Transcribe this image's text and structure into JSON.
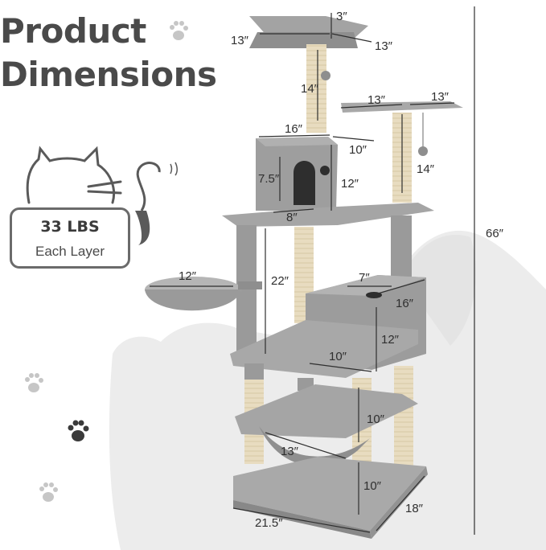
{
  "title": {
    "line1": "Product",
    "line2": "Dimensions"
  },
  "badge": {
    "weight": "33 LBS",
    "subtitle": "Each Layer"
  },
  "dimensions": {
    "top_perch_height": "3″",
    "top_perch_width_left": "13″",
    "top_perch_width_right": "13″",
    "top_post_height": "14″",
    "right_perch_left": "13″",
    "right_perch_right": "13″",
    "right_post_height": "14″",
    "condo_width": "16″",
    "condo_depth": "10″",
    "condo_door_height": "7.5″",
    "condo_height": "12″",
    "condo_base": "8″",
    "basket_diameter": "12″",
    "mid_post_height": "22″",
    "box_opening": "7″",
    "box_width": "16″",
    "box_height": "12″",
    "box_depth": "10″",
    "lower_gap": "10″",
    "hammock_width": "13″",
    "bottom_gap": "10″",
    "base_width": "21.5″",
    "base_depth": "18″",
    "total_height": "66″"
  },
  "icons": [
    "paw-icon",
    "cat-outline-icon",
    "cat-tail-icon"
  ],
  "colors": {
    "plush_gray": "#9c9c9c",
    "sisal": "#e8dcc0",
    "title": "#4a4a4a",
    "background_shape": "#e9e9e9"
  }
}
